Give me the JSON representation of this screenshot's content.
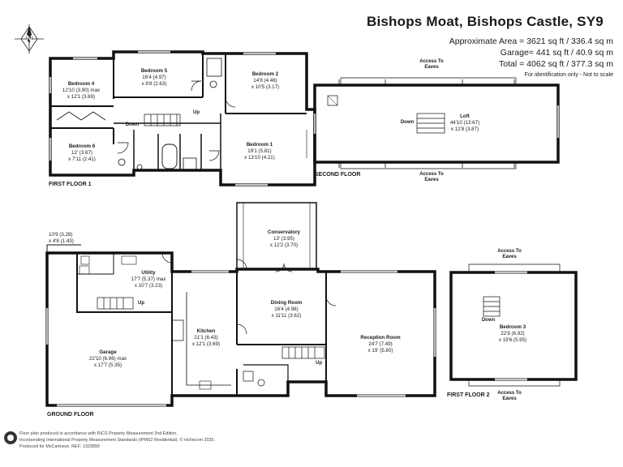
{
  "header": {
    "title": "Bishops Moat, Bishops Castle, SY9",
    "approx_area": "Approximate Area = 3621 sq ft / 336.4 sq m",
    "garage_area": "Garage= 441 sq ft / 40.9 sq m",
    "total_area": "Total = 4062 sq ft / 377.3 sq m",
    "note": "For identification only - Not to scale"
  },
  "compass": {
    "label": "N",
    "icon": "north-compass-icon"
  },
  "floors": {
    "first_floor_1": "FIRST FLOOR 1",
    "second_floor": "SECOND FLOOR",
    "ground_floor": "GROUND FLOOR",
    "first_floor_2": "FIRST FLOOR 2"
  },
  "rooms": {
    "bedroom4": {
      "name": "Bedroom 4",
      "dim1": "12'10 (3.90) max",
      "dim2": "x 12'1 (3.69)"
    },
    "bedroom5": {
      "name": "Bedroom 5",
      "dim1": "16'4 (4.97)",
      "dim2": "x 8'8 (2.63)"
    },
    "bedroom2": {
      "name": "Bedroom 2",
      "dim1": "14'8 (4.46)",
      "dim2": "x 10'5 (3.17)"
    },
    "bedroom6": {
      "name": "Bedroom 6",
      "dim1": "12' (3.67)",
      "dim2": "x 7'11 (2.41)"
    },
    "bedroom1": {
      "name": "Bedroom 1",
      "dim1": "19'1 (5.81)",
      "dim2": "x 13'10 (4.21)"
    },
    "loft": {
      "name": "Loft",
      "dim1": "44'10 (13.67)",
      "dim2": "x 12'8 (3.87)"
    },
    "conservatory": {
      "name": "Conservatory",
      "dim1": "13' (3.95)",
      "dim2": "x 12'2 (3.70)"
    },
    "utility": {
      "name": "Utility",
      "dim1": "17'7 (5.37) max",
      "dim2": "x 10'7 (3.23)"
    },
    "dining": {
      "name": "Dining Room",
      "dim1": "16'4 (4.98)",
      "dim2": "x 11'11 (3.62)"
    },
    "kitchen": {
      "name": "Kitchen",
      "dim1": "21'1 (6.43)",
      "dim2": "x 12'1 (3.69)"
    },
    "reception": {
      "name": "Reception Room",
      "dim1": "24'7 (7.49)",
      "dim2": "x 19' (5.80)"
    },
    "garage": {
      "name": "Garage",
      "dim1": "22'10 (6.96) max",
      "dim2": "x 17'7 (5.35)"
    },
    "bedroom3": {
      "name": "Bedroom 3",
      "dim1": "22'8 (6.92)",
      "dim2": "x 19'6 (5.95)"
    },
    "outbuilding": {
      "dim1": "10'9 (3.28)",
      "dim2": "x 4'8 (1.43)"
    }
  },
  "tags": {
    "down": "Down",
    "up": "Up",
    "access_to": "Access To",
    "eaves": "Eaves"
  },
  "footer": {
    "line1": "Floor plan produced in accordance with RICS Property Measurement 2nd Edition,",
    "line2": "Incorporating International Property Measurement Standards (IPMS2 Residential).  © nichecom 2025.",
    "line3": "Produced for McCartneys.   REF: 1333890"
  }
}
